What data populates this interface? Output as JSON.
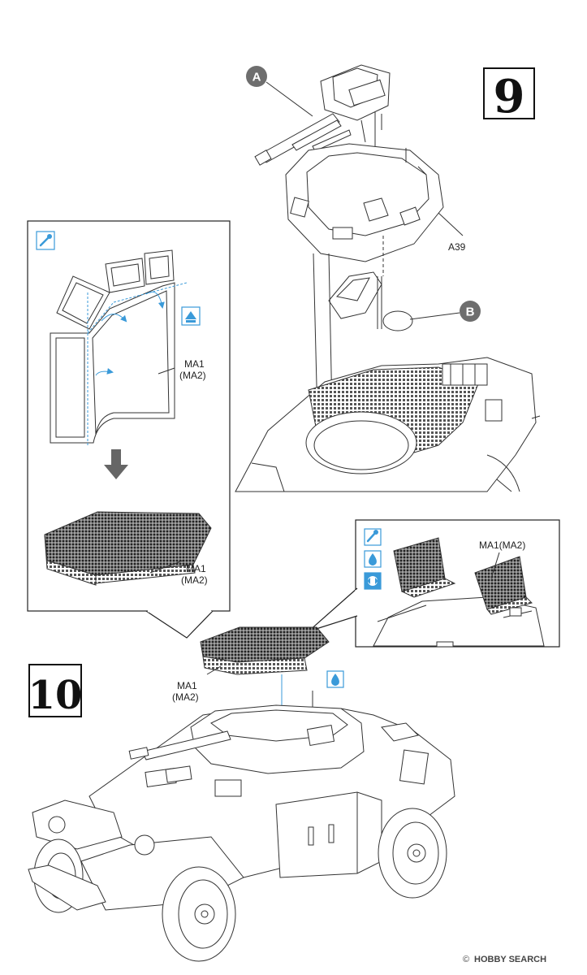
{
  "steps": {
    "step9": "9",
    "step10": "10"
  },
  "callouts": {
    "a": "A",
    "b": "B"
  },
  "parts": {
    "a39": "A39",
    "ma1_detail_line1": "MA1",
    "ma1_detail_line2": "(MA2)",
    "ma1_mesh_line1": "MA1",
    "ma1_mesh_line2": "(MA2)",
    "ma1_inset": "MA1(MA2)",
    "ma1_step10_line1": "MA1",
    "ma1_step10_line2": "(MA2)"
  },
  "icons": [
    "bend-icon",
    "raise-icon",
    "glue-icon",
    "flip-icon",
    "arrow-down-icon"
  ],
  "colors": {
    "accent": "#3a9ad9",
    "line": "#333333",
    "callout": "#6e6e6e"
  },
  "watermark": {
    "text": "HOBBY SEARCH",
    "symbol": "©"
  }
}
